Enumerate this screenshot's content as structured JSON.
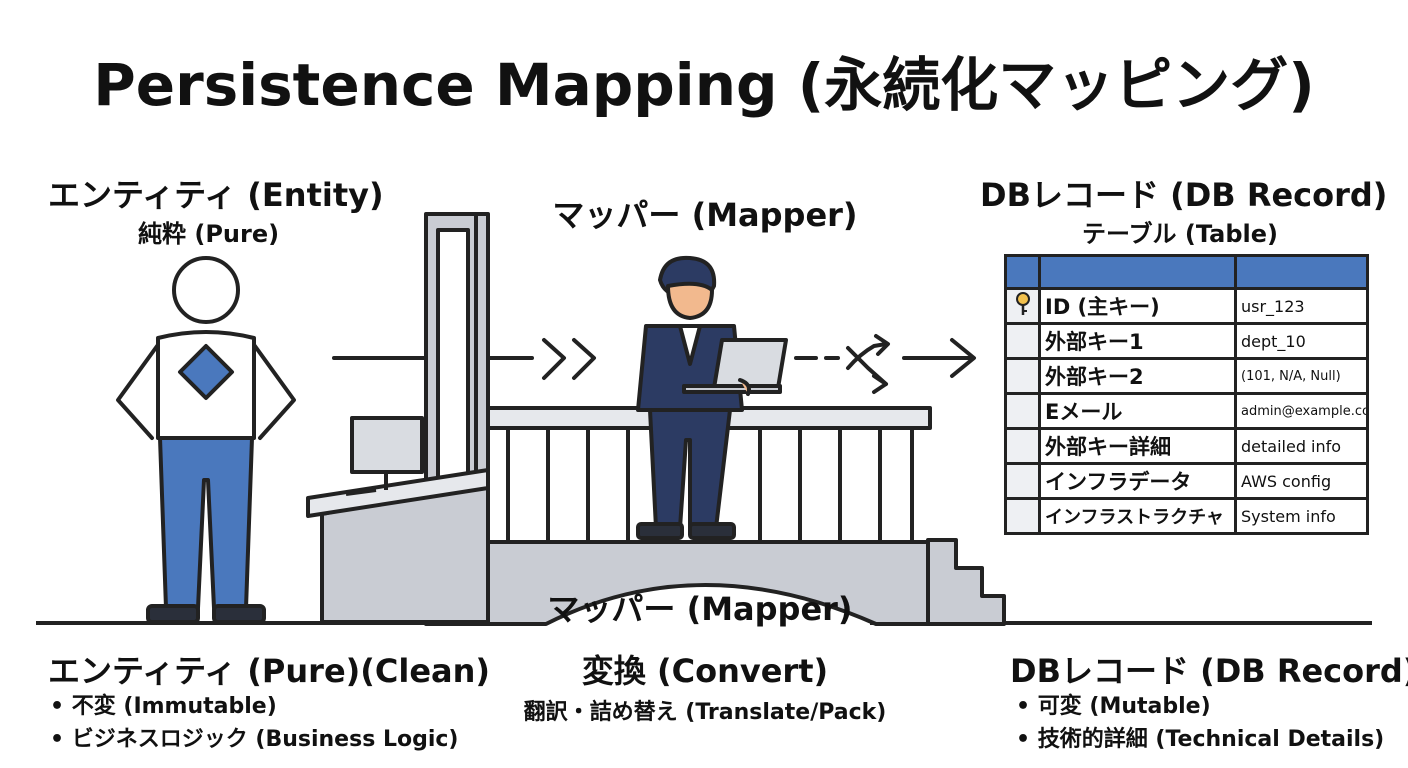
{
  "title": "Persistence Mapping (永続化マッピング)",
  "entity": {
    "heading": "エンティティ (Entity)",
    "subheading": "純粋 (Pure)",
    "bottom_heading": "エンティティ (Pure)(Clean)",
    "bullets": [
      "不変 (Immutable)",
      "ビジネスロジック (Business Logic)"
    ]
  },
  "mapper": {
    "heading": "マッパー (Mapper)",
    "bridge_label": "マッパー (Mapper)",
    "bottom_heading": "変換 (Convert)",
    "bottom_sub": "翻訳・詰め替え (Translate/Pack)"
  },
  "db": {
    "heading": "DBレコード (DB Record)",
    "subheading": "テーブル (Table)",
    "bottom_heading": "DBレコード (DB Record)",
    "bullets": [
      "可変 (Mutable)",
      "技術的詳細 (Technical Details)"
    ],
    "rows": [
      {
        "field": "ID (主キー)",
        "value": "usr_123"
      },
      {
        "field": "外部キー1",
        "value": "dept_10"
      },
      {
        "field": "外部キー2",
        "value": "(101, N/A, Null)"
      },
      {
        "field": "Eメール",
        "value": "admin@example.com"
      },
      {
        "field": "外部キー詳細",
        "value": "detailed info"
      },
      {
        "field": "インフラデータ",
        "value": "AWS config"
      },
      {
        "field": "インフラストラクチャ",
        "value": "System info"
      }
    ]
  },
  "colors": {
    "accent_blue": "#4a78bd",
    "suit_navy": "#2c3b63",
    "steel_gray": "#c9ccd3",
    "key_gold": "#f2c14e"
  }
}
